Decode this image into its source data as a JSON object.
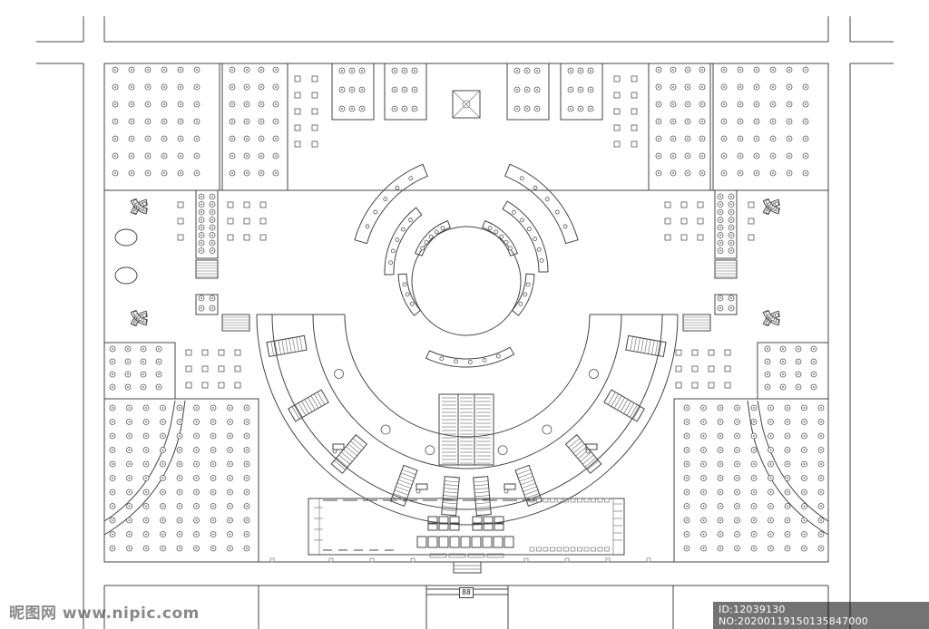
{
  "drawing": {
    "gate_label": "88"
  },
  "watermark": {
    "site": "昵图网 www.nipic.com",
    "id": "ID:12039130 NO:20200119150135847000"
  }
}
